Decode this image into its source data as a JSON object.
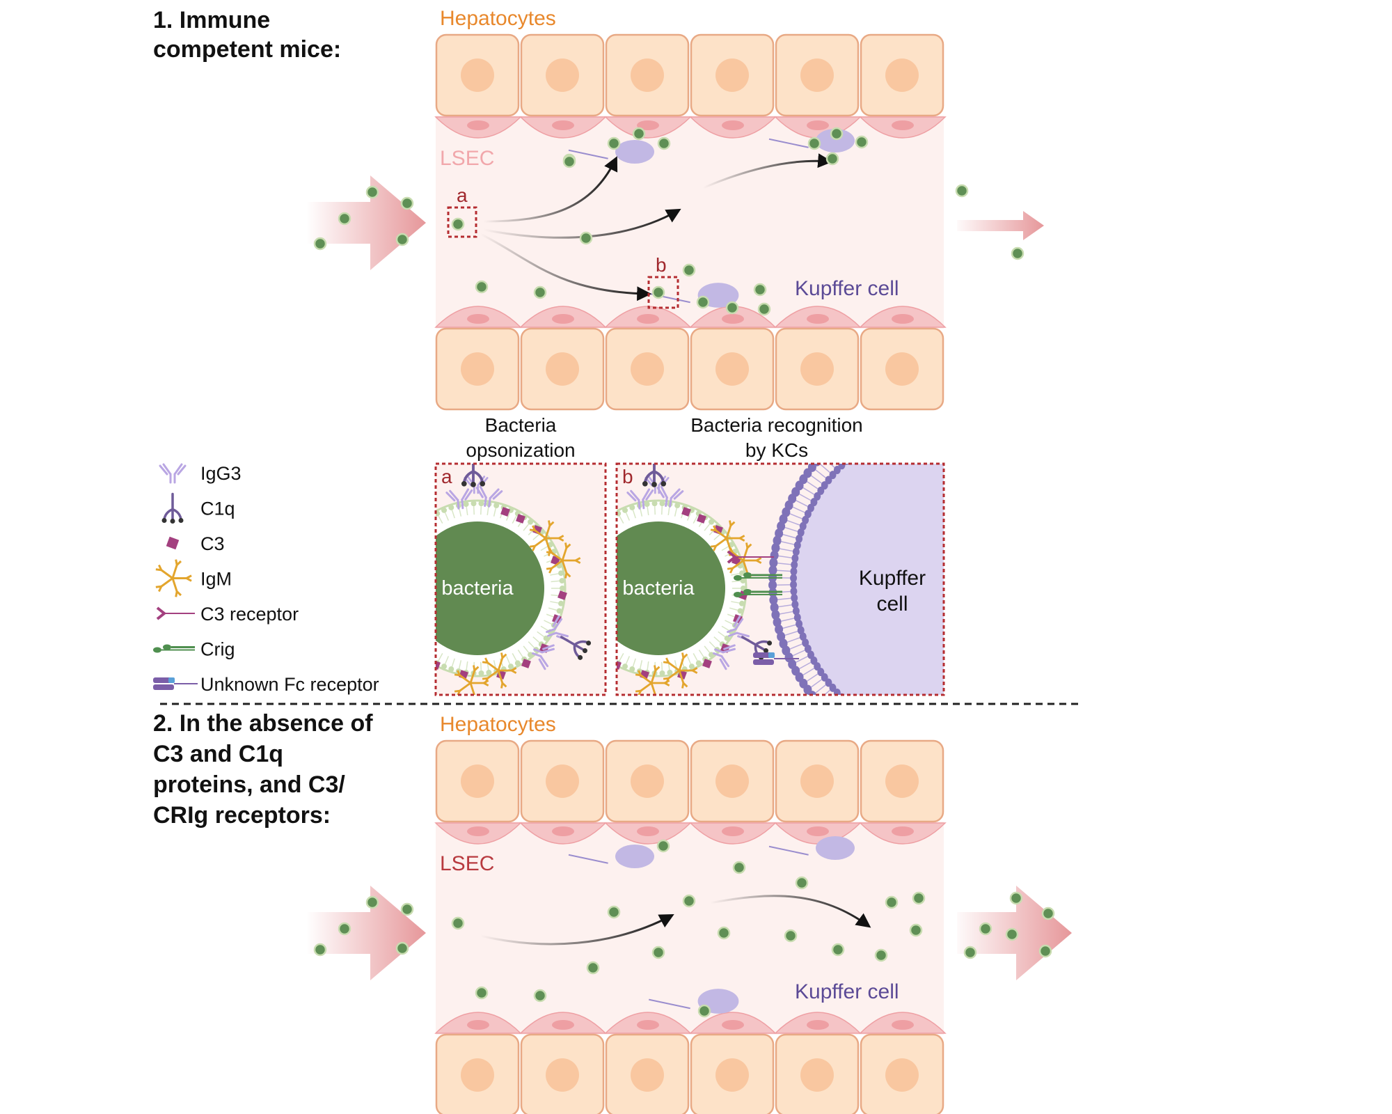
{
  "colors": {
    "hepatocyte_fill": "#fde2c8",
    "hepatocyte_stroke": "#e8a985",
    "hepatocyte_nucleus": "#f9c7a0",
    "lumen": "#fdf1ef",
    "lsec": "#f5c4c6",
    "kupffer": "#ddd6f1",
    "kupffer_nucleus": "#c2b8e4",
    "kupffer_stroke": "#9a8dce",
    "bacteria": "#5f8f55",
    "bacteria_ring": "#c8dcb0",
    "flow_arrow": "#e6979a",
    "hepatocyte_label": "#e8882c",
    "lsec_label_1": "#f1a7ab",
    "lsec_label_2": "#b83a3f",
    "kupffer_label": "#5b4a96",
    "dashed_box": "#b52d31",
    "igg3": "#b9a6e3",
    "c1q": "#6f5b99",
    "c3": "#a3407f",
    "igm": "#e3a52d",
    "c3_receptor": "#a3407f",
    "crig": "#4f8f4f",
    "fc_receptor": "#7b5ea8"
  },
  "section1": {
    "title_line1": "1. Immune",
    "title_line2": "competent mice:",
    "hepatocytes_label": "Hepatocytes",
    "lsec_label": "LSEC",
    "kupffer_label": "Kupffer cell",
    "marker_a": "a",
    "marker_b": "b"
  },
  "captions": {
    "a_line1": "Bacteria",
    "a_line2": "opsonization",
    "b_line1": "Bacteria recognition",
    "b_line2": "by KCs"
  },
  "insets": {
    "a_letter": "a",
    "b_letter": "b",
    "bacteria_label": "bacteria",
    "kupffer_line1": "Kupffer",
    "kupffer_line2": "cell"
  },
  "legend": [
    {
      "icon": "igg3-icon",
      "label": "IgG3"
    },
    {
      "icon": "c1q-icon",
      "label": "C1q"
    },
    {
      "icon": "c3-icon",
      "label": "C3"
    },
    {
      "icon": "igm-icon",
      "label": "IgM"
    },
    {
      "icon": "c3-receptor-icon",
      "label": "C3 receptor"
    },
    {
      "icon": "crig-icon",
      "label": "Crig"
    },
    {
      "icon": "fc-receptor-icon",
      "label": "Unknown Fc receptor"
    }
  ],
  "section2": {
    "title_line1": "2. In the absence of",
    "title_line2": "C3 and C1q",
    "title_line3": "proteins, and C3/",
    "title_line4": "CRIg receptors:",
    "hepatocytes_label": "Hepatocytes",
    "lsec_label": "LSEC",
    "kupffer_label": "Kupffer cell"
  }
}
